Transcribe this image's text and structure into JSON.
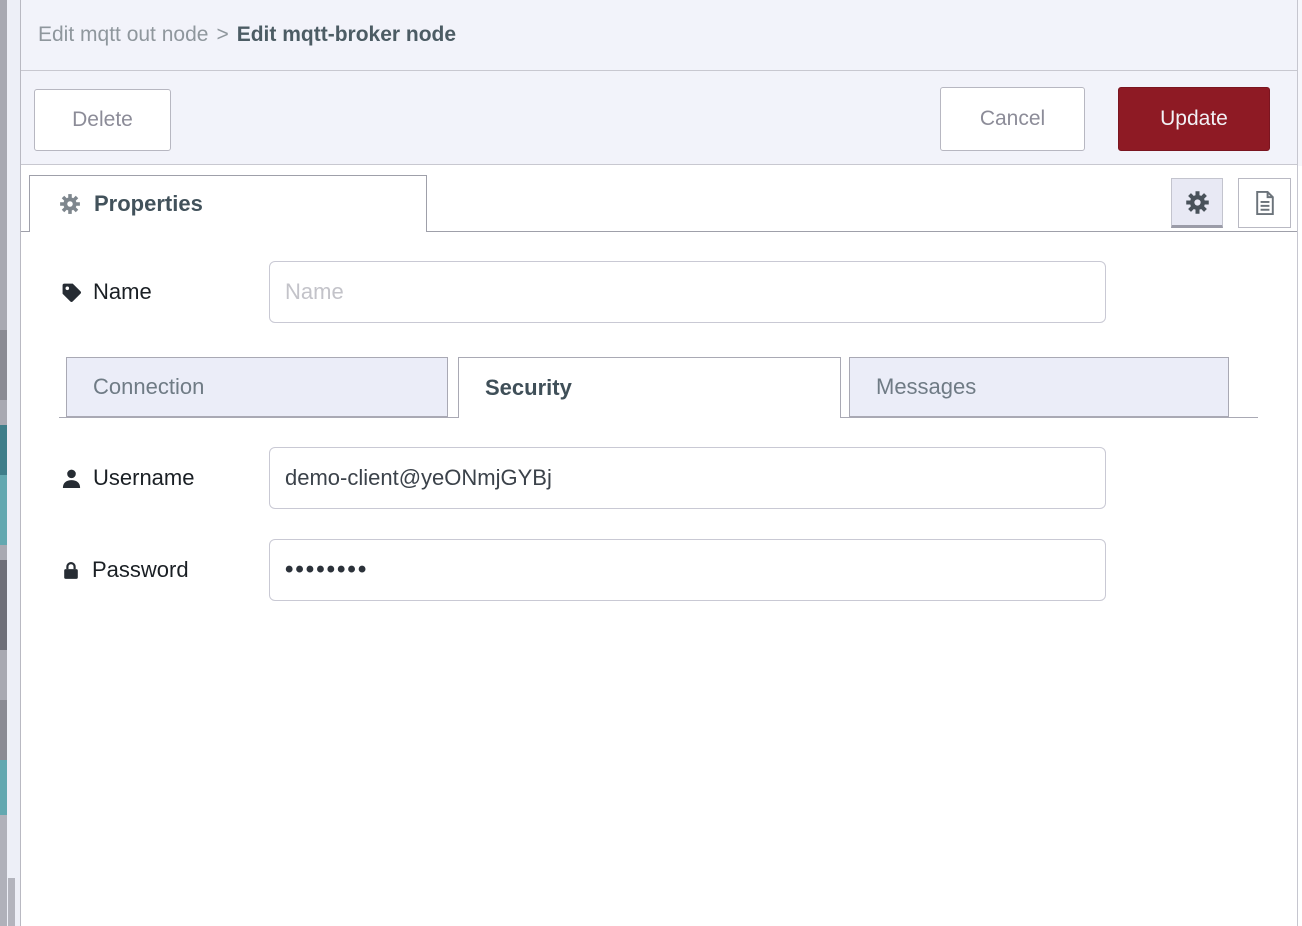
{
  "breadcrumb": {
    "parent": "Edit mqtt out node",
    "separator": ">",
    "current": "Edit mqtt-broker node"
  },
  "toolbar": {
    "delete_label": "Delete",
    "cancel_label": "Cancel",
    "update_label": "Update"
  },
  "editor": {
    "properties_tab_label": "Properties",
    "icon_buttons": [
      {
        "icon": "gear-icon",
        "selected": true
      },
      {
        "icon": "document-icon",
        "selected": false
      }
    ]
  },
  "form": {
    "name_field": {
      "icon": "tag-icon",
      "label": "Name",
      "placeholder": "Name",
      "value": ""
    },
    "section_tabs": [
      {
        "label": "Connection",
        "active": false
      },
      {
        "label": "Security",
        "active": true
      },
      {
        "label": "Messages",
        "active": false
      }
    ],
    "username_field": {
      "icon": "user-icon",
      "label": "Username",
      "value": "demo-client@yeONmjGYBj"
    },
    "password_field": {
      "icon": "lock-icon",
      "label": "Password",
      "masked_value": "••••••••"
    }
  },
  "colors": {
    "primary_button": "#8e1a24",
    "tray_header_bg": "#f2f3fa",
    "inactive_tab_bg": "#ebedf8",
    "active_text": "#42525b",
    "muted_text": "#6f7b85"
  }
}
